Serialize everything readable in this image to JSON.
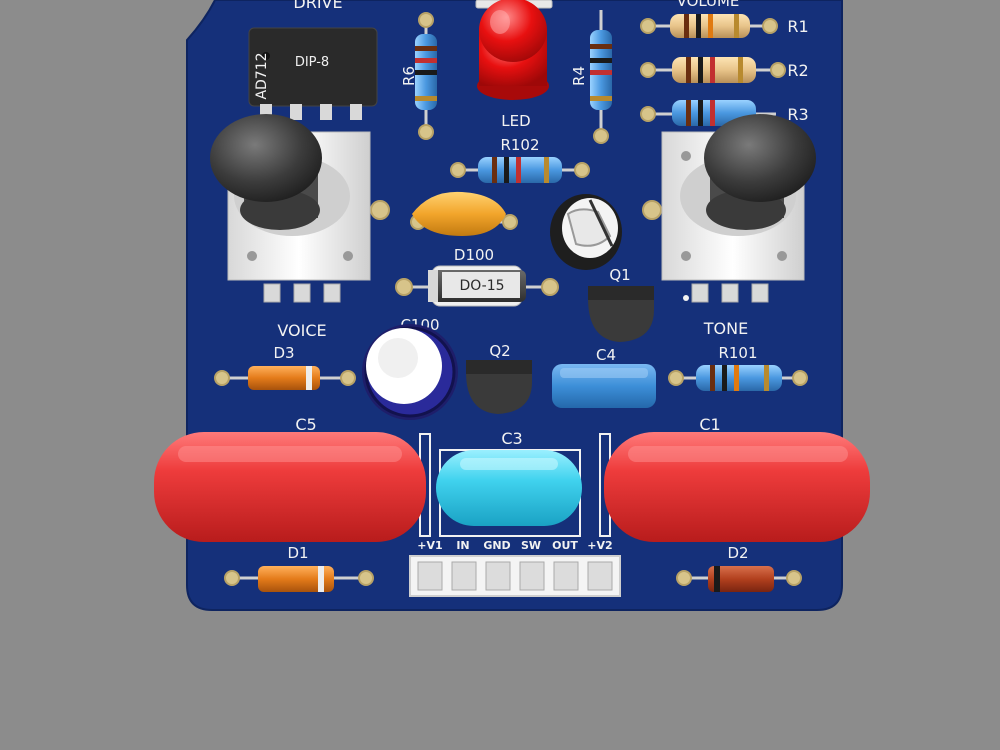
{
  "board_labels": {
    "drive": "DRIVE",
    "volume": "VOLUME",
    "ic_ref": "AD712",
    "ic_package": "DIP-8",
    "r6": "R6",
    "r4": "R4",
    "led": "LED",
    "r1": "R1",
    "r2": "R2",
    "r3": "R3",
    "r102": "R102",
    "d100": "D100",
    "d100_package": "DO-15",
    "q1": "Q1",
    "c100": "C100",
    "voice": "VOICE",
    "tone": "TONE",
    "d3": "D3",
    "q2": "Q2",
    "c4": "C4",
    "r101": "R101",
    "c5": "C5",
    "c3": "C3",
    "c1": "C1",
    "d1": "D1",
    "d2": "D2"
  },
  "connector_pins": [
    "+V1",
    "IN",
    "GND",
    "SW",
    "OUT",
    "+V2"
  ],
  "colors": {
    "background": "#8c8c8c",
    "pcb": "#15307a",
    "silkscreen": "#f2f2f2",
    "pad": "#d7c48a",
    "film_cap": "#e83a3a",
    "ceramic_cap": "#3fd0e8",
    "box_cap": "#3d8fd8",
    "led": "#e81010"
  }
}
